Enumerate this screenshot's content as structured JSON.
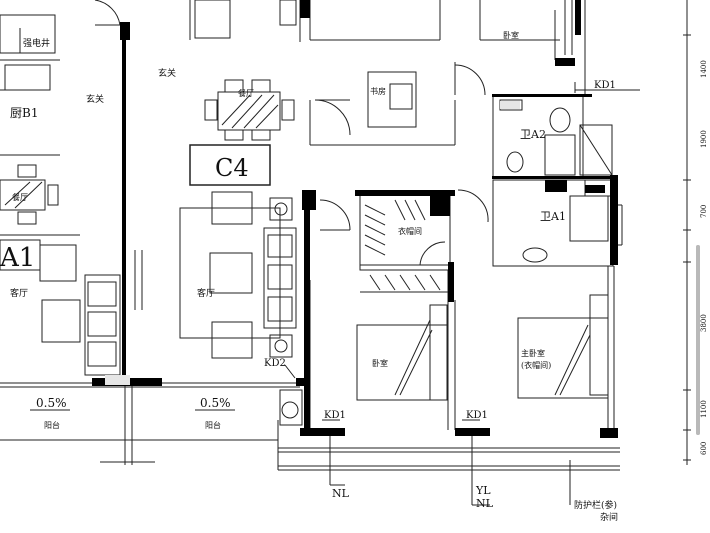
{
  "rooms": {
    "elevator_shaft": "强电井",
    "entrance_left": "玄关",
    "entrance_main": "玄关",
    "dining": "餐厅",
    "dining_left": "餐厅",
    "kitchen_b1": "厨B1",
    "living_main": "客厅",
    "living_left": "客厅",
    "study": "书房",
    "closet": "衣帽间",
    "bedroom_top": "卧室",
    "bedroom_mid": "卧室",
    "master_bedroom": "主卧室",
    "master_note": "(衣帽间)",
    "balcony_left": "阳台",
    "balcony_right": "阳台",
    "toilet_a2": "卫A2",
    "toilet_a1": "卫A1",
    "window_guard": "防护栏(参)",
    "window_guard_2": "杂间"
  },
  "unit_labels": {
    "c4": "C4",
    "a1_partial": "A1"
  },
  "tags": {
    "kd1_top": "KD1",
    "kd2": "KD2",
    "kd1_a": "KD1",
    "kd1_b": "KD1",
    "nl_left": "NL",
    "yl": "YL",
    "nl_right": "NL"
  },
  "slopes": {
    "left": "0.5%",
    "right": "0.5%"
  },
  "dimensions": [
    "1400",
    "1900",
    "700",
    "3800",
    "1100",
    "600"
  ],
  "colors": {
    "wall": "#000000",
    "line": "#222222",
    "scroll": "#bdbdbd"
  }
}
